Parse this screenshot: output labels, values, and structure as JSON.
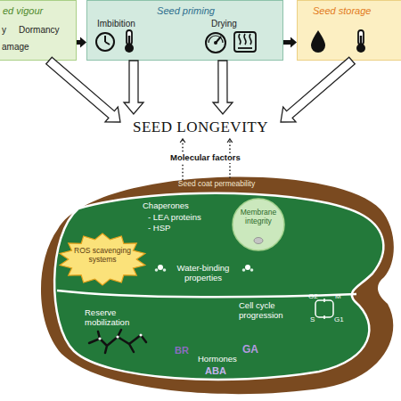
{
  "diagram": {
    "nodes": [
      {
        "text": [
          "ed vigour",
          "y",
          "Dormancy",
          "amage"
        ]
      },
      {
        "text": [
          "Seed priming",
          "Imbibition",
          "Drying"
        ]
      },
      {
        "text": [
          "Seed storage"
        ]
      },
      {
        "text": [
          "SEED LONGEVITY"
        ]
      },
      {
        "text": [
          "Seed coat permeability"
        ]
      },
      {
        "text": [
          "Chaperones",
          "- LEA proteins",
          "- HSP",
          "Water-binding properties",
          "Reserve mobilization",
          "Cell cycle progression",
          "Hormones"
        ],
        "in": 4
      },
      {
        "text": [
          "Membrane integrity"
        ],
        "in": 5
      },
      {
        "text": [
          "ROS scavenging systems"
        ],
        "in": 5
      }
    ],
    "edges": [
      {
        "from": 0,
        "to": 1,
        "arrow": "to"
      },
      {
        "from": 1,
        "to": 2,
        "arrow": "to"
      },
      {
        "from": 0,
        "to": 3,
        "arrow": "to"
      },
      {
        "from": 1,
        "to": 3,
        "arrow": "to"
      },
      {
        "from": 1,
        "to": 3,
        "arrow": "to"
      },
      {
        "from": 2,
        "to": 3,
        "arrow": "to"
      },
      {
        "from": 4,
        "to": 3,
        "arrow": "to"
      },
      {
        "from": 4,
        "to": 3,
        "arrow": "to"
      }
    ],
    "labels": [
      "Molecular factors",
      "G2",
      "M",
      "S",
      "G1",
      "BR",
      "GA",
      "ABA"
    ]
  }
}
